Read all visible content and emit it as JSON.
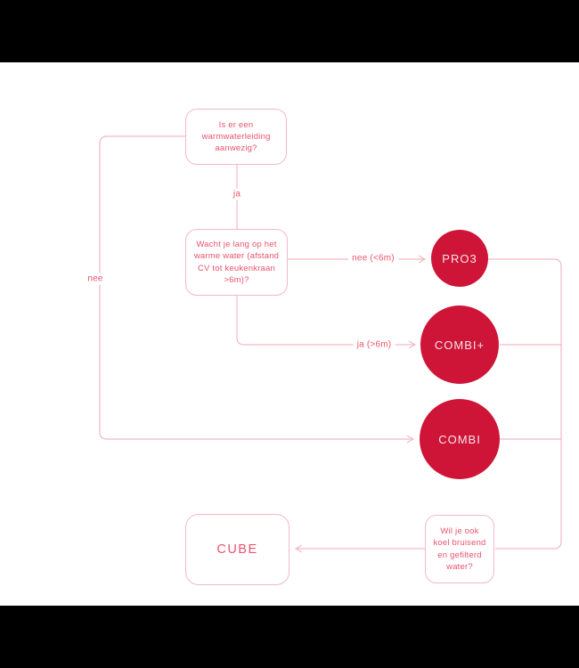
{
  "colors": {
    "background": "#ffffff",
    "letterbox": "#000000",
    "circle_fill": "#ce1538",
    "circle_text": "#f6e4e7",
    "box_border": "#f2b9c7",
    "line": "#f2b9c7",
    "text": "#e8546f"
  },
  "flowchart": {
    "question1": "Is er een warmwaterleiding aanwezig?",
    "question2": "Wacht je lang op het warme water (afstand CV tot keukenkraan >6m)?",
    "question3": "Wil je ook koel bruisend en gefilterd water?",
    "labels": {
      "ja": "ja",
      "nee": "nee",
      "nee_6m": "nee (<6m)",
      "ja_6m": "ja (>6m)"
    },
    "products": {
      "pro3": "PRO3",
      "combiplus": "COMBI+",
      "combi": "COMBI",
      "cube": "CUBE"
    }
  }
}
